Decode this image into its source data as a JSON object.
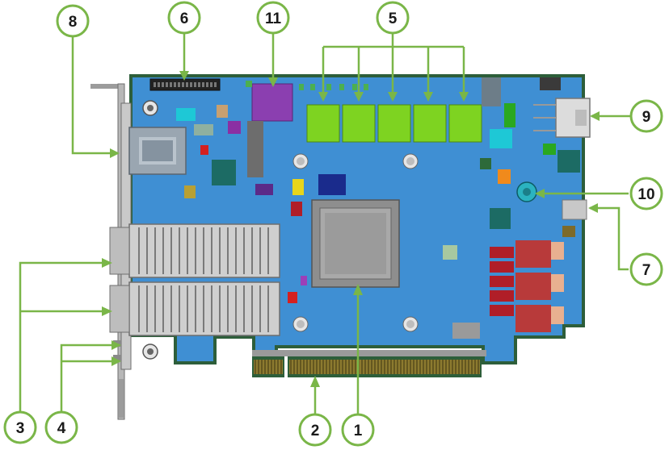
{
  "diagram": {
    "callouts": [
      {
        "id": "1",
        "label": "1"
      },
      {
        "id": "2",
        "label": "2"
      },
      {
        "id": "3",
        "label": "3"
      },
      {
        "id": "4",
        "label": "4"
      },
      {
        "id": "5",
        "label": "5"
      },
      {
        "id": "6",
        "label": "6"
      },
      {
        "id": "7",
        "label": "7"
      },
      {
        "id": "8",
        "label": "8"
      },
      {
        "id": "9",
        "label": "9"
      },
      {
        "id": "10",
        "label": "10"
      },
      {
        "id": "11",
        "label": "11"
      }
    ],
    "colors": {
      "board": "#3f8fd3",
      "board_edge": "#2c6aa8",
      "pcb_dark": "#2d5e3a",
      "callout_ring": "#7ab648",
      "callout_fill": "#ffffff",
      "leader": "#7ab648",
      "heatsink": "#c9c9c9",
      "asic": "#8e8e8e",
      "inductor": "#7ed321",
      "bracket": "#b0b0b0",
      "gold_finger": "#8c7a2f"
    }
  }
}
